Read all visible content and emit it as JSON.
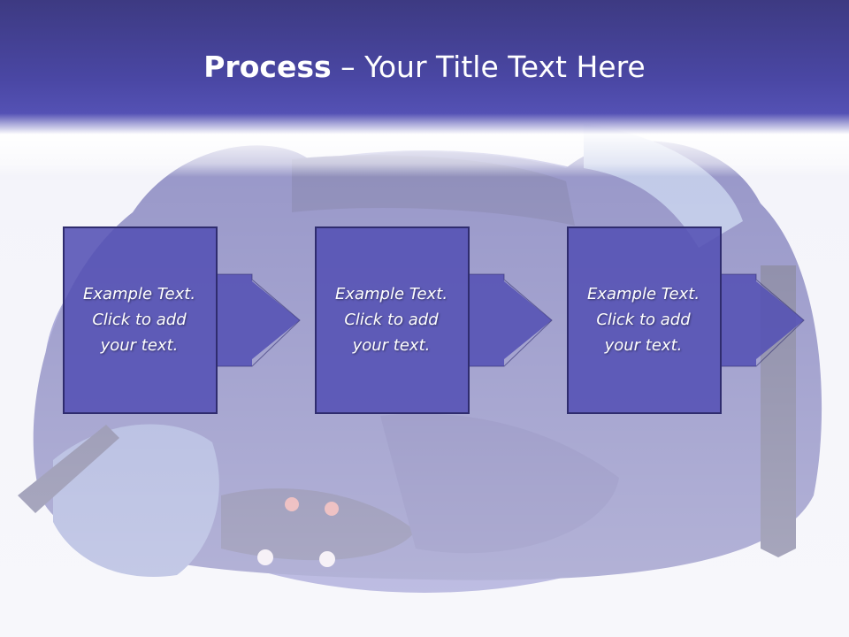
{
  "slide": {
    "title_bold": "Process",
    "title_rest": " – Your Title Text Here",
    "steps": [
      {
        "text": "Example Text.\nClick  to add\nyour text."
      },
      {
        "text": "Example Text.\nClick  to add\nyour text."
      },
      {
        "text": "Example Text.\nClick  to add\nyour text."
      }
    ]
  },
  "colors": {
    "header": "#4a47a4",
    "box_fill": "#5451b4",
    "box_border": "#2f2c6e",
    "background": "#f4f4fa"
  },
  "background_image": "blue-shoes-photo"
}
